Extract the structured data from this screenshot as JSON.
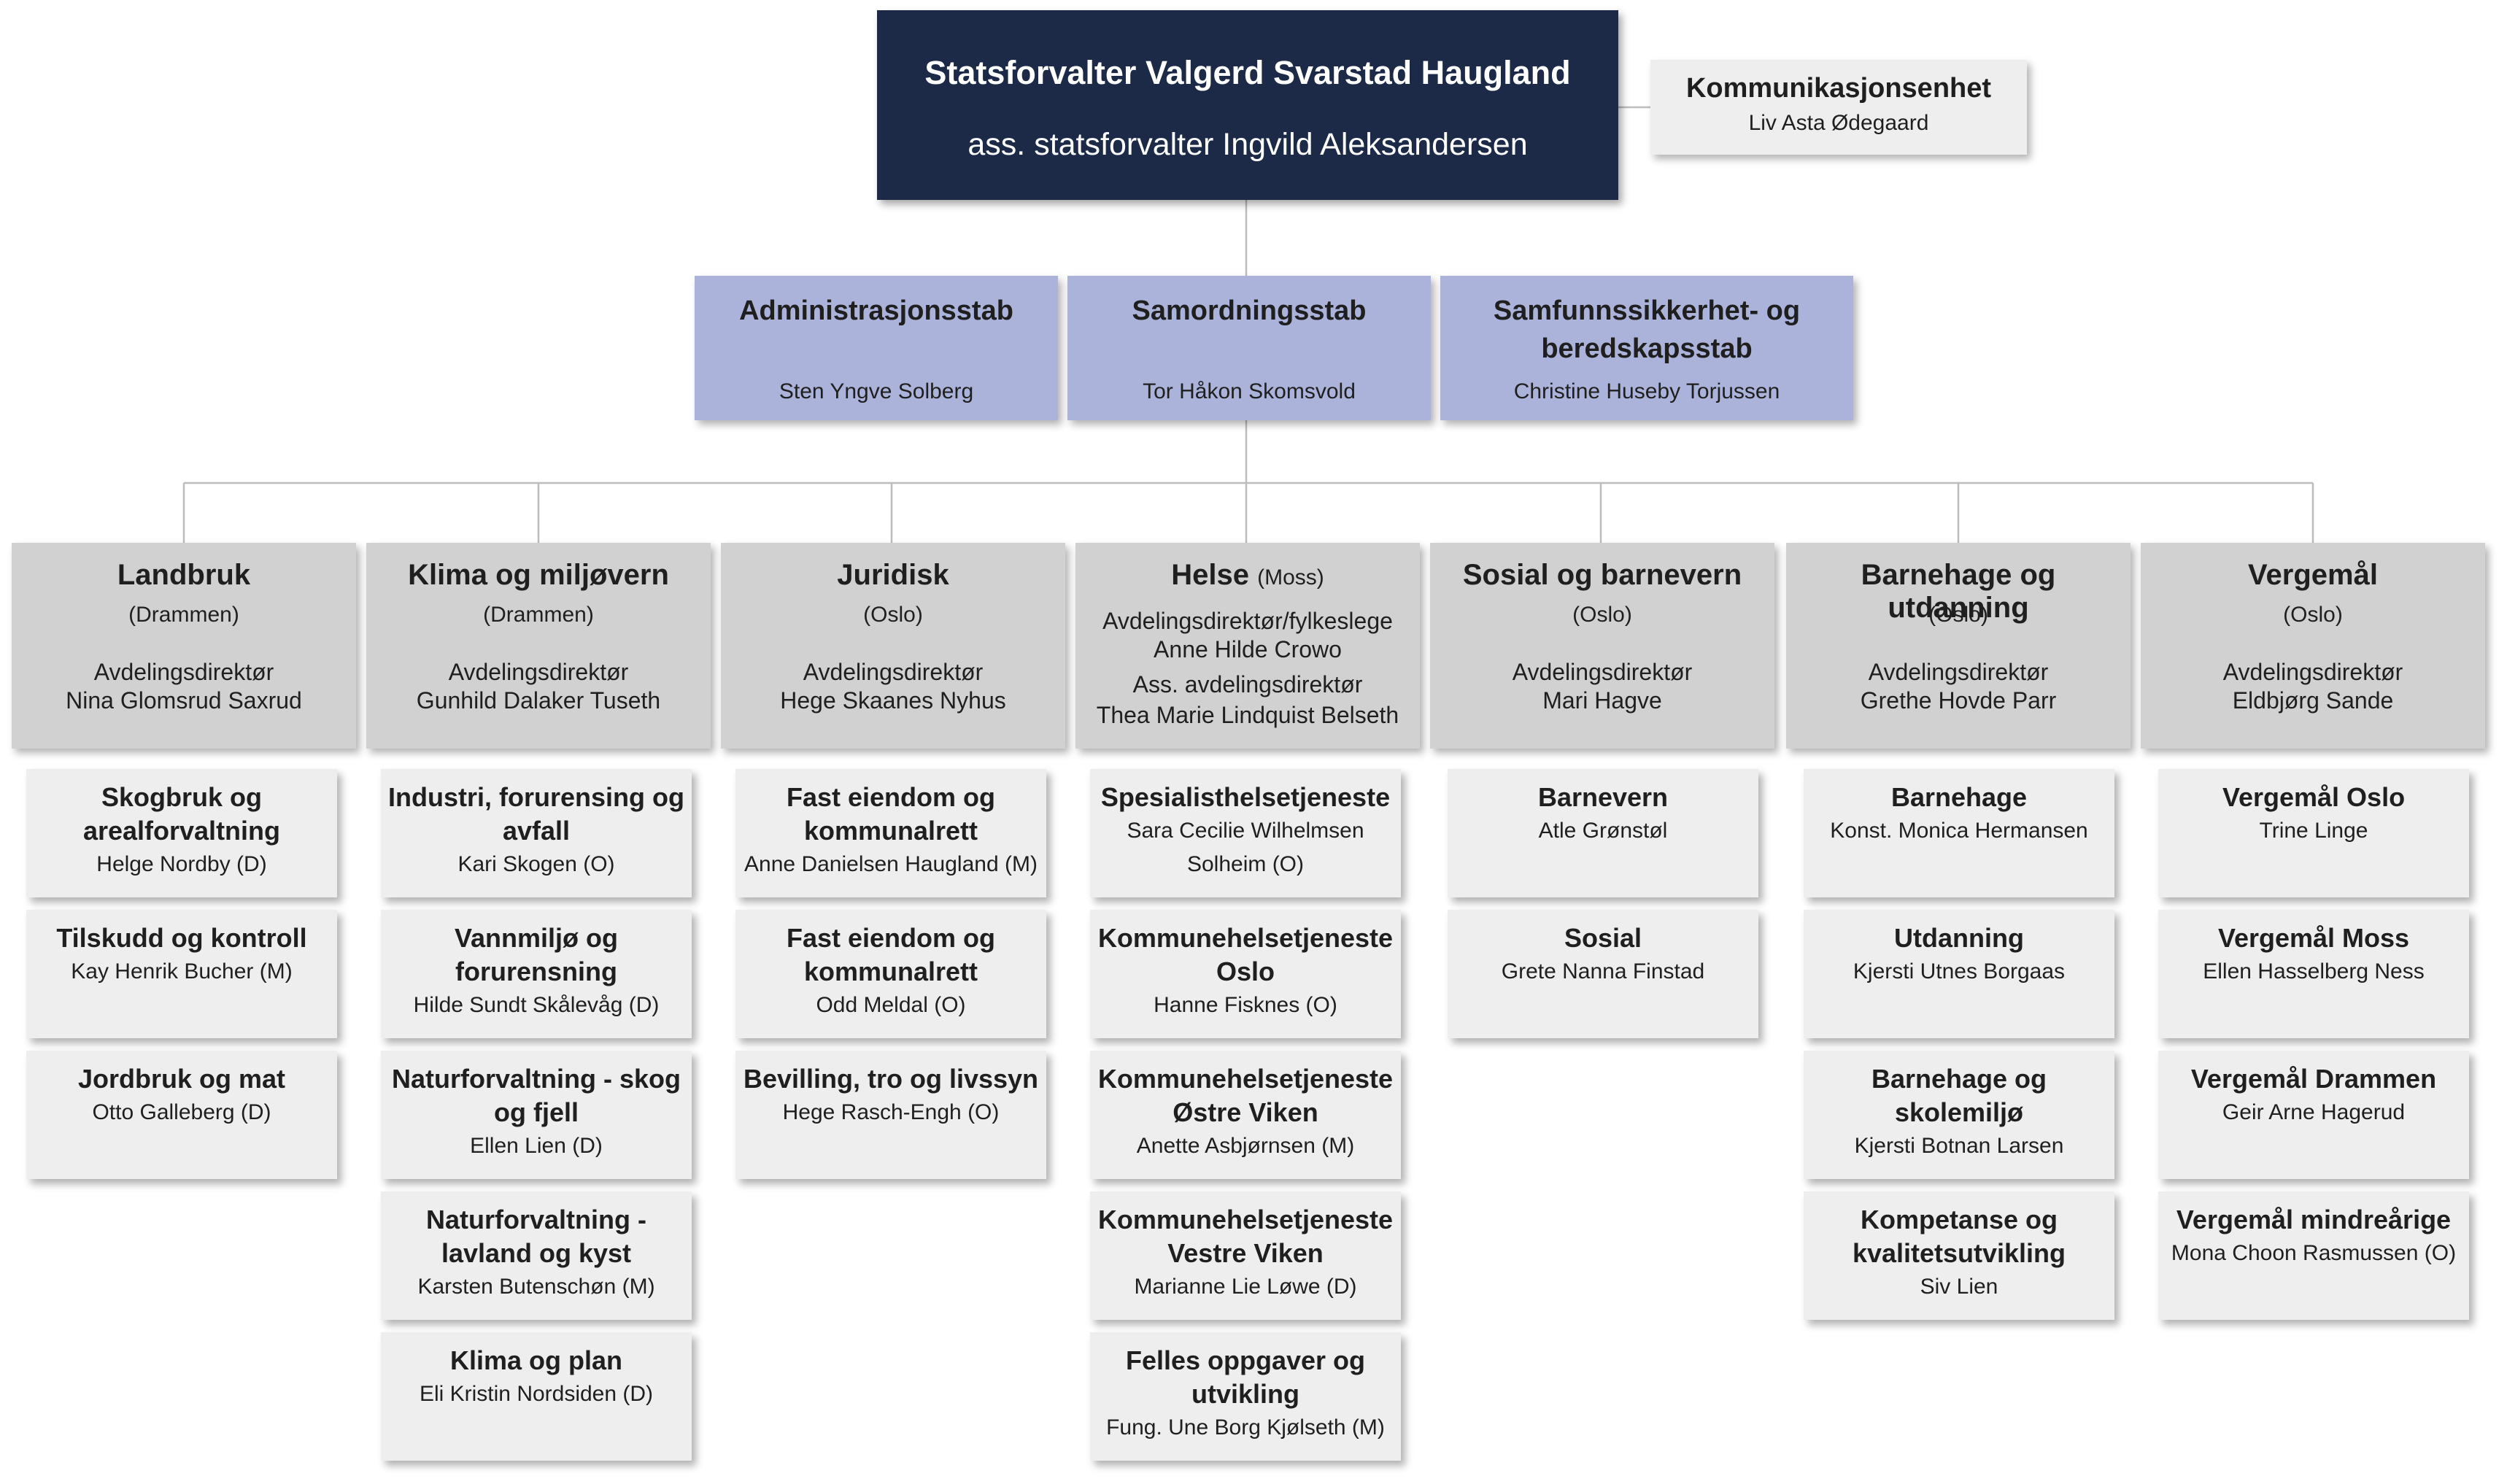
{
  "top": {
    "title": "Statsforvalter Valgerd Svarstad Haugland",
    "subtitle": "ass. statsforvalter Ingvild Aleksandersen"
  },
  "communication": {
    "name": "Kommunikasjonsenhet",
    "person": "Liv Asta Ødegaard"
  },
  "staffs": [
    {
      "name": "Administrasjonsstab",
      "person": "Sten Yngve Solberg"
    },
    {
      "name": "Samordningsstab",
      "person": "Tor Håkon Skomsvold"
    },
    {
      "name": "Samfunnssikkerhet- og beredskapsstab",
      "person": "Christine Huseby Torjussen"
    }
  ],
  "departments": [
    {
      "name": "Landbruk",
      "location": "(Drammen)",
      "role": "Avdelingsdirektør",
      "director": "Nina Glomsrud Saxrud",
      "units": [
        {
          "title": "Skogbruk og arealforvaltning",
          "person": "Helge Nordby (D)"
        },
        {
          "title": "Tilskudd og kontroll",
          "person": "Kay Henrik Bucher (M)"
        },
        {
          "title": "Jordbruk og mat",
          "person": "Otto Galleberg (D)"
        }
      ]
    },
    {
      "name": "Klima og miljøvern",
      "location": "(Drammen)",
      "role": "Avdelingsdirektør",
      "director": "Gunhild Dalaker Tuseth",
      "units": [
        {
          "title": "Industri, forurensing og avfall",
          "person": "Kari Skogen (O)"
        },
        {
          "title": "Vannmiljø og forurensning",
          "person": "Hilde Sundt Skålevåg (D)"
        },
        {
          "title": "Naturforvaltning - skog og fjell",
          "person": "Ellen Lien (D)"
        },
        {
          "title": "Naturforvaltning - lavland og kyst",
          "person": "Karsten Butenschøn (M)"
        },
        {
          "title": "Klima og plan",
          "person": "Eli Kristin Nordsiden (D)"
        }
      ]
    },
    {
      "name": "Juridisk",
      "location": "(Oslo)",
      "role": "Avdelingsdirektør",
      "director": "Hege Skaanes Nyhus",
      "units": [
        {
          "title": "Fast eiendom og kommunalrett",
          "person": "Anne Danielsen Haugland (M)"
        },
        {
          "title": "Fast eiendom og kommunalrett",
          "person": "Odd Meldal (O)"
        },
        {
          "title": "Bevilling, tro og livssyn",
          "person": "Hege Rasch-Engh (O)"
        }
      ]
    },
    {
      "name": "Helse",
      "location": "(Moss)",
      "role": "Avdelingsdirektør/fylkeslege",
      "director": "Anne Hilde Crowo",
      "role2": "Ass. avdelingsdirektør",
      "director2": "Thea Marie Lindquist Belseth",
      "units": [
        {
          "title": "Spesialisthelsetjeneste",
          "person": "Sara Cecilie Wilhelmsen",
          "person2": "Solheim (O)"
        },
        {
          "title": "Kommunehelsetjeneste Oslo",
          "person": "Hanne Fisknes (O)"
        },
        {
          "title": "Kommunehelsetjeneste Østre Viken",
          "person": "Anette Asbjørnsen (M)"
        },
        {
          "title": "Kommunehelsetjeneste Vestre Viken",
          "person": "Marianne Lie Løwe (D)"
        },
        {
          "title": "Felles oppgaver og utvikling",
          "person": "Fung. Une Borg Kjølseth (M)"
        }
      ]
    },
    {
      "name": "Sosial og barnevern",
      "location": "(Oslo)",
      "role": "Avdelingsdirektør",
      "director": "Mari Hagve",
      "units": [
        {
          "title": "Barnevern",
          "person": "Atle Grønstøl"
        },
        {
          "title": "Sosial",
          "person": "Grete Nanna Finstad"
        }
      ]
    },
    {
      "name": "Barnehage og utdanning",
      "location": "(Oslo)",
      "role": "Avdelingsdirektør",
      "director": "Grethe Hovde Parr",
      "units": [
        {
          "title": "Barnehage",
          "person": "Konst. Monica Hermansen"
        },
        {
          "title": "Utdanning",
          "person": "Kjersti Utnes Borgaas"
        },
        {
          "title": "Barnehage og skolemiljø",
          "person": "Kjersti Botnan Larsen"
        },
        {
          "title": "Kompetanse og kvalitetsutvikling",
          "person": "Siv Lien"
        }
      ]
    },
    {
      "name": "Vergemål",
      "location": "(Oslo)",
      "role": "Avdelingsdirektør",
      "director": "Eldbjørg Sande",
      "units": [
        {
          "title": "Vergemål Oslo",
          "person": "Trine Linge"
        },
        {
          "title": "Vergemål Moss",
          "person": "Ellen Hasselberg Ness"
        },
        {
          "title": "Vergemål Drammen",
          "person": "Geir Arne Hagerud"
        },
        {
          "title": "Vergemål mindreårige",
          "person": "Mona Choon Rasmussen (O)"
        }
      ]
    }
  ]
}
